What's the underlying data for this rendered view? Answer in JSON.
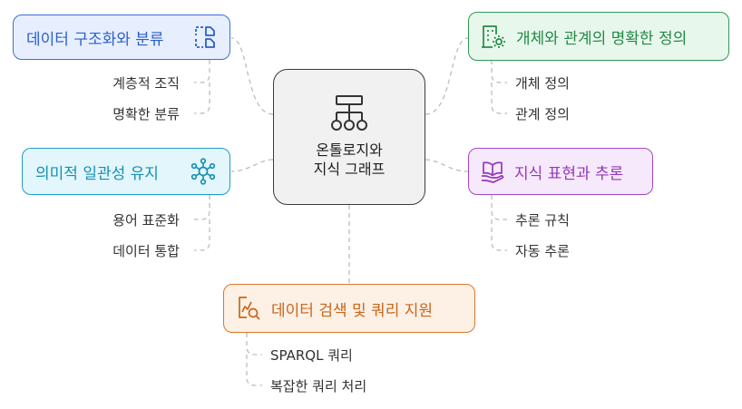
{
  "center": {
    "title": "온톨로지와\n지식 그래프",
    "icon": "hierarchy-icon"
  },
  "branches": {
    "data_structuring": {
      "title": "데이터 구조화와 분류",
      "icon": "document-split-icon",
      "color": "#3b6fd6",
      "fill": "#e7efff",
      "items": [
        "계층적 조직",
        "명확한 분류"
      ]
    },
    "entity_relation": {
      "title": "개체와 관계의 명확한 정의",
      "icon": "building-gear-icon",
      "color": "#2f9a56",
      "fill": "#e8f7ec",
      "items": [
        "개체 정의",
        "관계 정의"
      ]
    },
    "semantic_consistency": {
      "title": "의미적 일관성 유지",
      "icon": "network-gear-icon",
      "color": "#1f9fc0",
      "fill": "#e3f6fb",
      "items": [
        "용어 표준화",
        "데이터 통합"
      ]
    },
    "knowledge_reasoning": {
      "title": "지식 표현과 추론",
      "icon": "open-book-hand-icon",
      "color": "#a447c7",
      "fill": "#f6e9fb",
      "items": [
        "추론 규칙",
        "자동 추론"
      ]
    },
    "data_search": {
      "title": "데이터 검색 및 쿼리 지원",
      "icon": "chart-search-icon",
      "color": "#d8782a",
      "fill": "#fdf0e5",
      "items": [
        "SPARQL 쿼리",
        "복잡한 쿼리 처리"
      ]
    }
  }
}
